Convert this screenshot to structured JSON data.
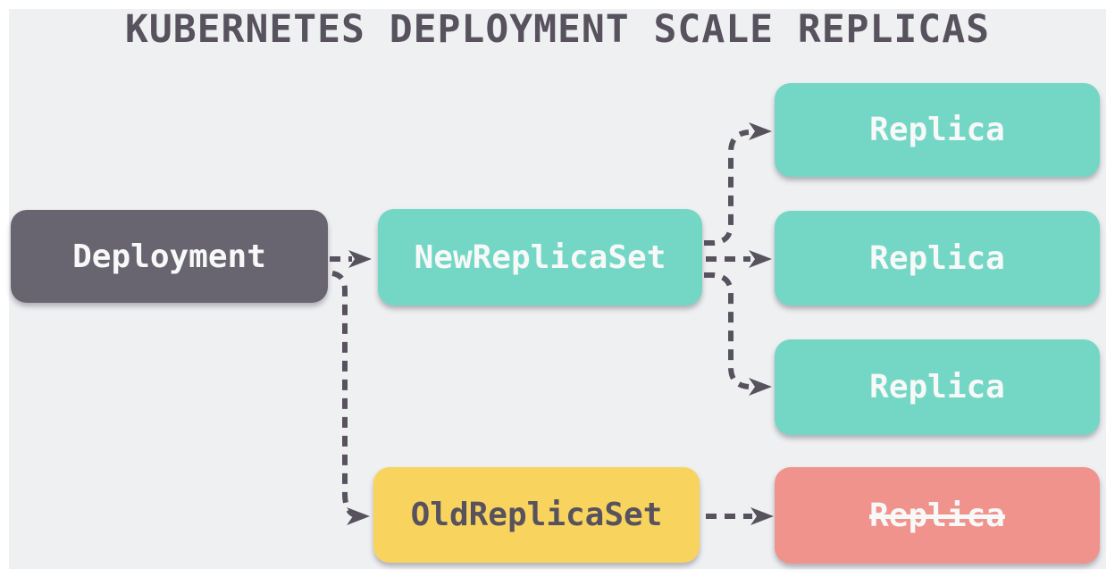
{
  "title": "KUBERNETES DEPLOYMENT SCALE REPLICAS",
  "colors": {
    "page-bg": "#ffffff",
    "panel-bg": "#eff0f2",
    "ink": "#57525e",
    "deployment-fill": "#686470",
    "replicaset-new-fill": "#74d7c5",
    "replicaset-old-fill": "#f8d45e",
    "replica-active-fill": "#74d7c5",
    "replica-terminated-fill": "#f0938c",
    "box-text-light": "#f7f8f8"
  },
  "nodes": [
    {
      "id": "deployment",
      "label": "Deployment"
    },
    {
      "id": "new-replicaset",
      "label": "NewReplicaSet"
    },
    {
      "id": "replica-top",
      "label": "Replica",
      "status": "running"
    },
    {
      "id": "replica-middle",
      "label": "Replica",
      "status": "running"
    },
    {
      "id": "replica-bottom",
      "label": "Replica",
      "status": "running"
    },
    {
      "id": "old-replicaset",
      "label": "OldReplicaSet"
    },
    {
      "id": "replica-terminated",
      "label": "Replica",
      "status": "terminated",
      "strikethrough": true
    }
  ],
  "edges": [
    {
      "from": "deployment",
      "to": "new-replicaset",
      "style": "dashed-arrow"
    },
    {
      "from": "deployment",
      "to": "old-replicaset",
      "style": "dashed-arrow"
    },
    {
      "from": "new-replicaset",
      "to": "replica-top",
      "style": "dashed-arrow"
    },
    {
      "from": "new-replicaset",
      "to": "replica-middle",
      "style": "dashed-arrow"
    },
    {
      "from": "new-replicaset",
      "to": "replica-bottom",
      "style": "dashed-arrow"
    },
    {
      "from": "old-replicaset",
      "to": "replica-terminated",
      "style": "dashed-arrow"
    }
  ]
}
